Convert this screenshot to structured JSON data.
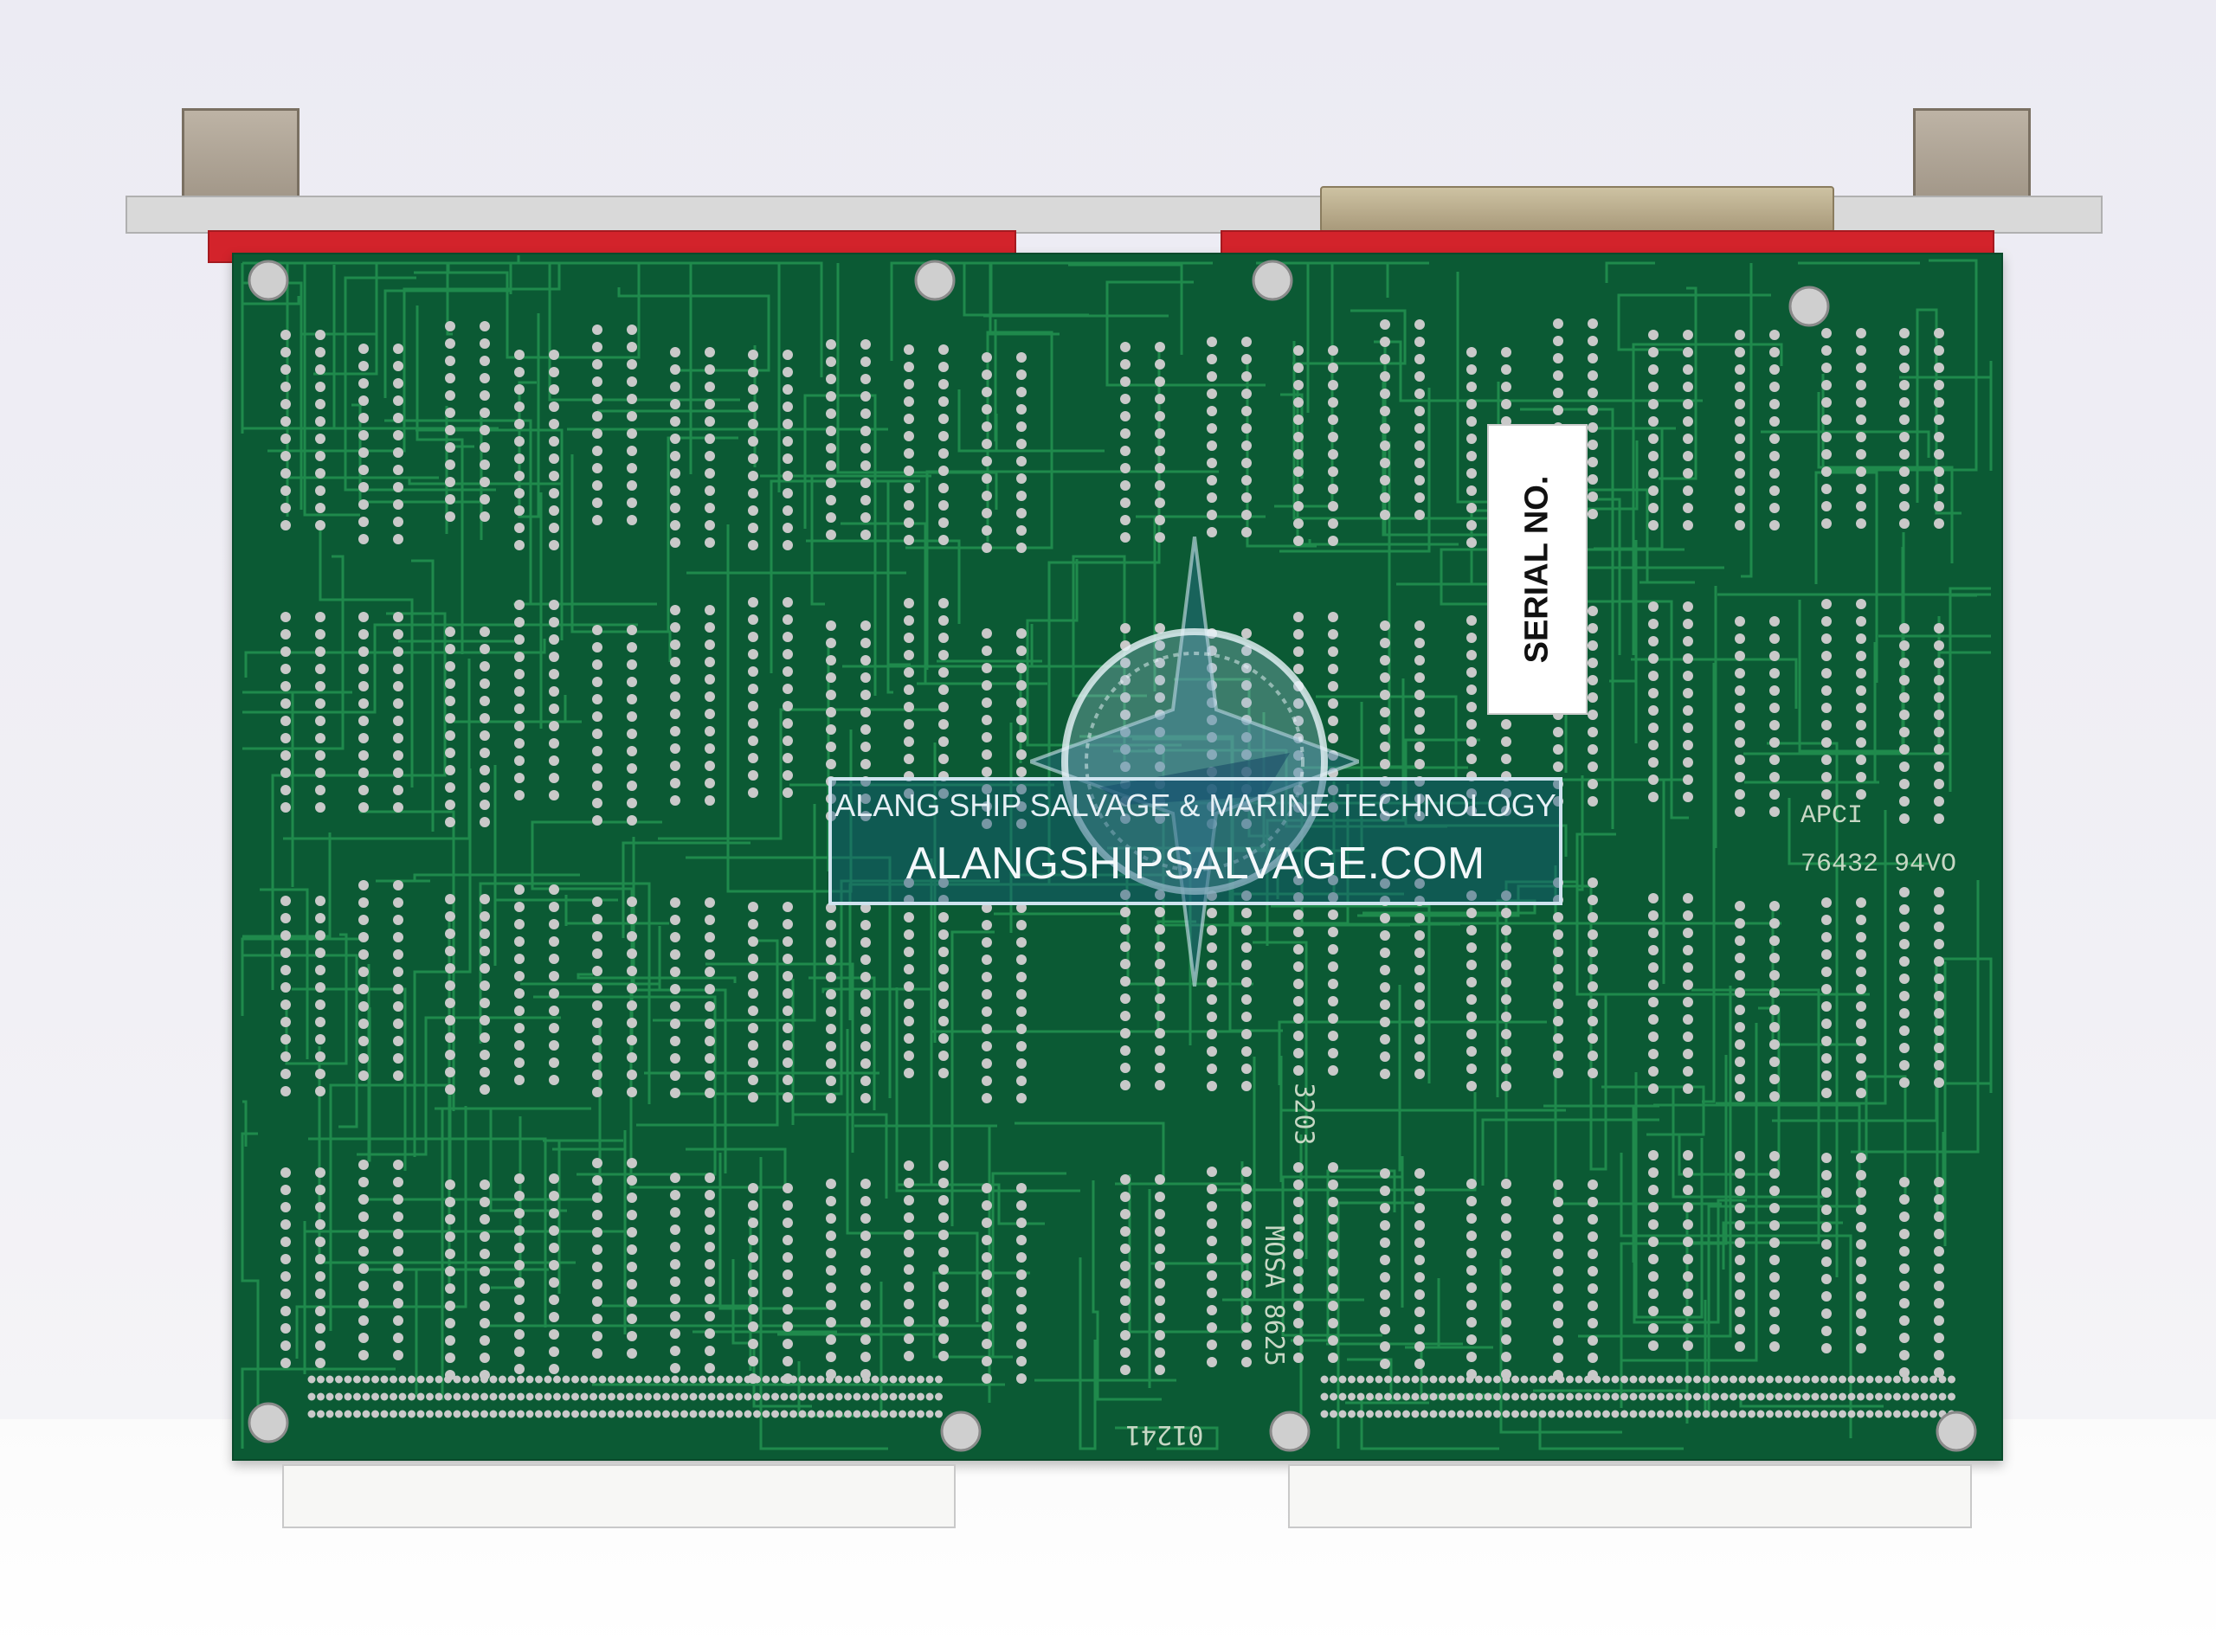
{
  "photo": {
    "subject": "circuit board solder side",
    "colors": {
      "board": "#0b5a34",
      "trace": "#1f8a4c",
      "faceplate_accent": "#d3232b",
      "pad": "#c9c9c9"
    }
  },
  "labels": {
    "serial_label": "SERIAL NO.",
    "apci_line1": "APCI",
    "apci_line2": "76432 94VO",
    "date_code": "3203",
    "maker_code": "MOSA 8625",
    "handwritten": "01241"
  },
  "watermark": {
    "line1": "ALANG SHIP SALVAGE & MARINE TECHNOLOGY",
    "line2": "ALANGSHIPSALVAGE.COM"
  },
  "icons": {
    "watermark_logo": "compass-ship-logo-icon"
  }
}
